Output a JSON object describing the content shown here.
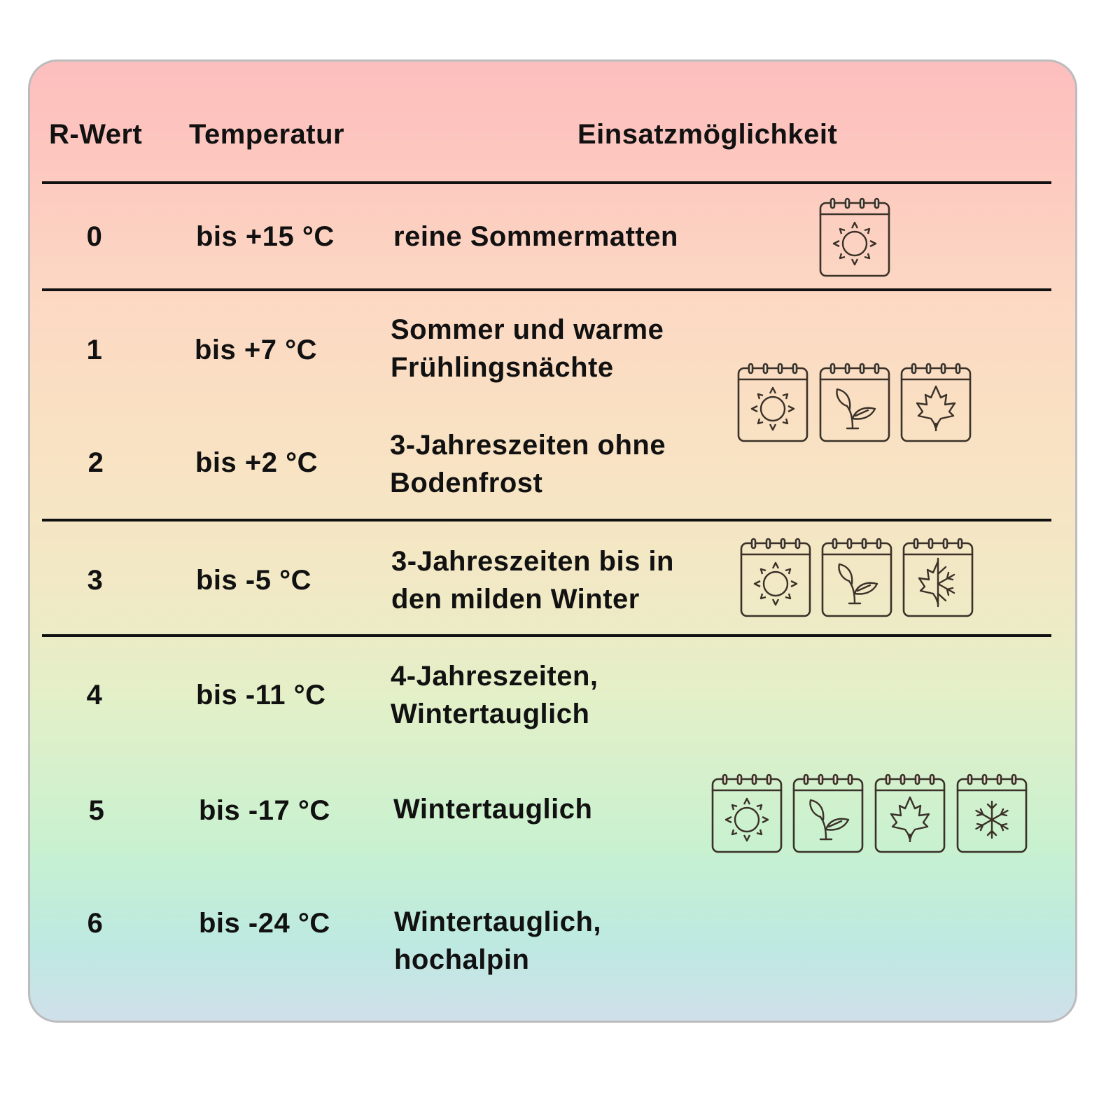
{
  "header": {
    "r_value": "R-Wert",
    "temperature": "Temperatur",
    "usage": "Einsatzmöglichkeit"
  },
  "rows": [
    {
      "r": "0",
      "temp": "bis +15 °C",
      "usage": [
        "reine Sommermatten"
      ]
    },
    {
      "r": "1",
      "temp": "bis +7 °C",
      "usage": [
        "Sommer und warme",
        "Frühlingsnächte"
      ]
    },
    {
      "r": "2",
      "temp": "bis +2 °C",
      "usage": [
        "3-Jahreszeiten ohne",
        "Bodenfrost"
      ]
    },
    {
      "r": "3",
      "temp": "bis -5 °C",
      "usage": [
        "3-Jahreszeiten bis in",
        "den milden Winter"
      ]
    },
    {
      "r": "4",
      "temp": "bis -11 °C",
      "usage": [
        "4-Jahreszeiten,",
        "Wintertauglich"
      ]
    },
    {
      "r": "5",
      "temp": "bis -17 °C",
      "usage": [
        "Wintertauglich"
      ]
    },
    {
      "r": "6",
      "temp": "bis -24 °C",
      "usage": [
        "Wintertauglich,",
        "hochalpin"
      ]
    }
  ],
  "icon_groups": [
    {
      "rows": "0",
      "icons": [
        "calendar-sun-icon"
      ]
    },
    {
      "rows": "1-2",
      "icons": [
        "calendar-sun-icon",
        "calendar-leaf-icon",
        "calendar-maple-icon"
      ]
    },
    {
      "rows": "3",
      "icons": [
        "calendar-sun-icon",
        "calendar-leaf-icon",
        "calendar-maple-snowflake-icon"
      ]
    },
    {
      "rows": "4-6",
      "icons": [
        "calendar-sun-icon",
        "calendar-leaf-icon",
        "calendar-maple-icon",
        "calendar-snowflake-icon"
      ]
    }
  ],
  "colors": {
    "line": "#111111",
    "border": "#bcbcbc",
    "top": "#fdbebe",
    "bottom": "#cfe0ea"
  }
}
